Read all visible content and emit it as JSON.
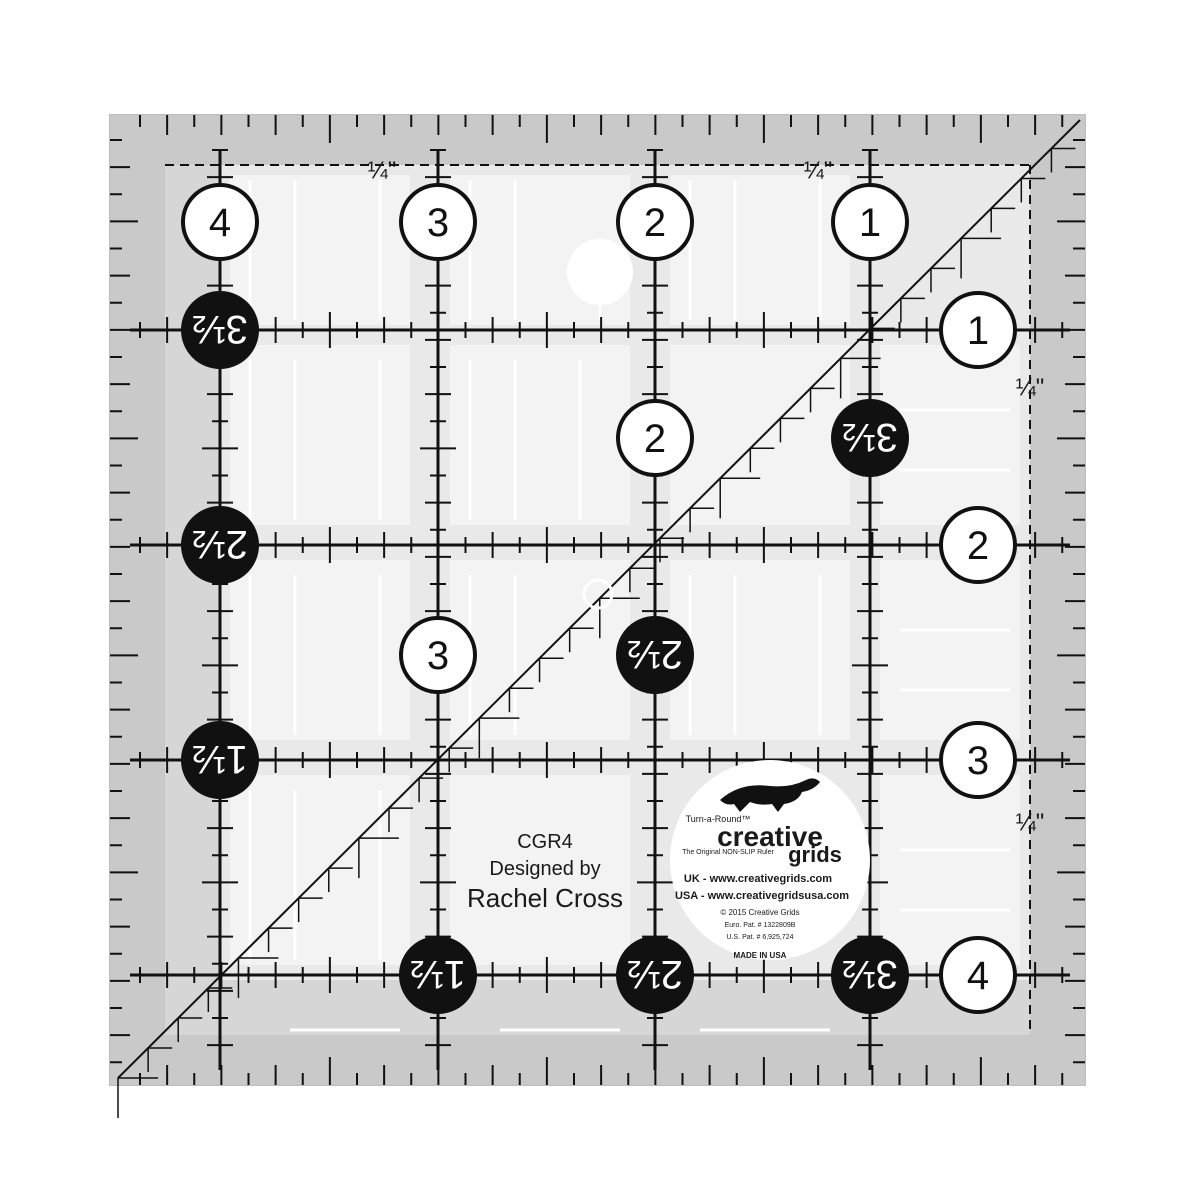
{
  "ruler": {
    "model": "CGR4",
    "designed_by": "Designed by",
    "designer": "Rachel Cross",
    "seam_label": "¼\"",
    "top_numbers": [
      "4",
      "3",
      "2",
      "1"
    ],
    "right_numbers": [
      "1",
      "2",
      "3",
      "4"
    ],
    "left_half_numbers": [
      "3½",
      "2½",
      "1½"
    ],
    "bottom_half_numbers": [
      "1½",
      "2½",
      "3½"
    ],
    "inner_white": [
      "2",
      "3"
    ],
    "inner_black": [
      "3½",
      "2½"
    ]
  },
  "logo": {
    "turn": "Turn-a-Round™",
    "brand1": "creative",
    "brand2": "grids",
    "tagline": "The Original NON-SLIP Ruler",
    "uk": "UK - www.creativegrids.com",
    "usa": "USA - www.creativegridsusa.com",
    "copyright": "© 2015 Creative Grids",
    "euro_pat": "Euro. Pat. # 1322809B",
    "us_pat": "U.S. Pat. # 6,925,724",
    "made_in": "MADE IN USA"
  },
  "colors": {
    "ruler_bg": "#e9e9e9",
    "shade": "#c8c8c8",
    "ink": "#111111",
    "white": "#ffffff"
  }
}
